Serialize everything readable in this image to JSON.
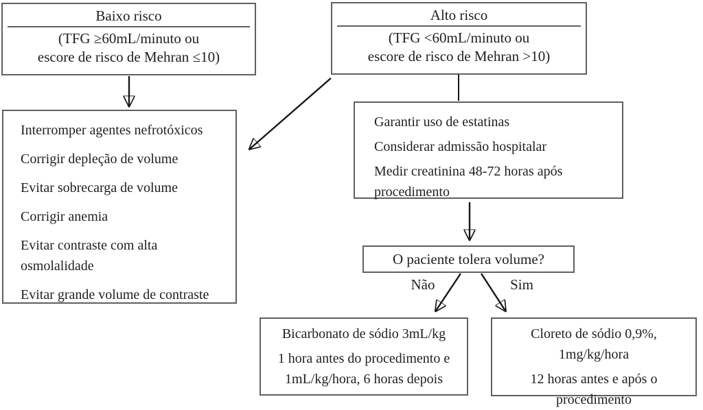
{
  "low_risk": {
    "title": "Baixo risco",
    "criteria_line1": "(TFG ≥60mL/minuto ou",
    "criteria_line2": "escore de risco de Mehran ≤10)"
  },
  "high_risk": {
    "title": "Alto risco",
    "criteria_line1": "(TFG <60mL/minuto ou",
    "criteria_line2": "escore de risco de Mehran >10)"
  },
  "low_risk_actions": {
    "items": [
      "Interromper agentes nefrotóxicos",
      "Corrigir depleção de volume",
      "Evitar sobrecarga de volume",
      "Corrigir anemia",
      "Evitar contraste com alta osmolalidade",
      "Evitar grande volume de contraste"
    ]
  },
  "high_risk_actions": {
    "items": [
      "Garantir uso de estatinas",
      "Considerar admissão hospitalar",
      "Medir creatinina 48-72 horas após procedimento"
    ]
  },
  "question": {
    "text": "O paciente tolera volume?"
  },
  "branch_labels": {
    "no": "Não",
    "yes": "Sim"
  },
  "bicarbonate": {
    "line1": "Bicarbonato de sódio 3mL/kg",
    "line2": "1 hora antes do procedimento e 1mL/kg/hora, 6 horas depois"
  },
  "chloride": {
    "line1": "Cloreto de sódio 0,9%, 1mg/kg/hora",
    "line2": "12 horas antes e após o procedimento"
  },
  "colors": {
    "background": "#ffffff",
    "box_border": "#5f5f5f",
    "text": "#1f1f1f",
    "arrow": "#161616"
  }
}
